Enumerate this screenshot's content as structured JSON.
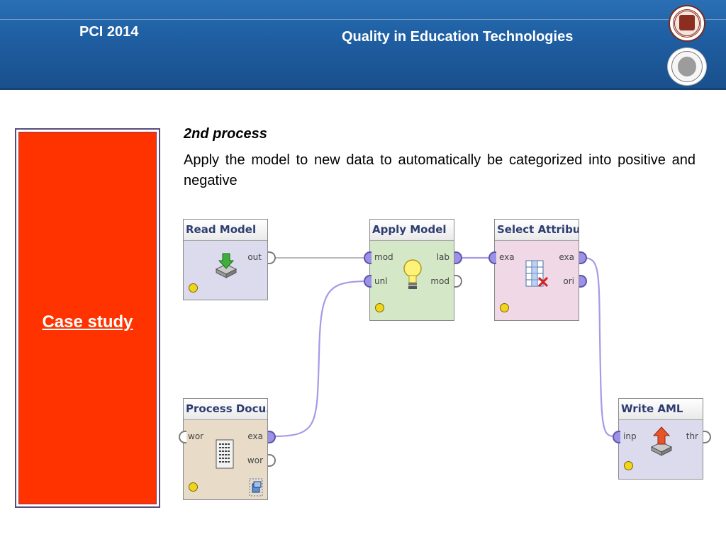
{
  "header": {
    "conference": "PCI 2014",
    "subtitle": "Quality in Education Technologies",
    "colors": {
      "banner": "#1f5fa3",
      "side_panel": "#ff3300"
    }
  },
  "sidebar": {
    "label": "Case study"
  },
  "content": {
    "heading": "2nd process",
    "description": "Apply the model to new data to automatically be categorized into positive and negative"
  },
  "process": {
    "operators": {
      "read_model": {
        "title": "Read Model",
        "ports_out": [
          "out"
        ]
      },
      "apply_model": {
        "title": "Apply Model",
        "ports_in": [
          "mod",
          "unl"
        ],
        "ports_out": [
          "lab",
          "mod"
        ]
      },
      "select_attributes": {
        "title": "Select Attribu...",
        "ports_in": [
          "exa"
        ],
        "ports_out": [
          "exa",
          "ori"
        ]
      },
      "process_documents": {
        "title": "Process Docu...",
        "ports_in": [
          "wor"
        ],
        "ports_out": [
          "exa",
          "wor"
        ]
      },
      "write_aml": {
        "title": "Write AML",
        "ports_in": [
          "inp"
        ],
        "ports_out": [
          "thr"
        ]
      }
    },
    "icons": {
      "read_model": "download-arrow-icon",
      "apply_model": "lightbulb-icon",
      "select_attributes": "attribute-table-icon",
      "process_documents": "document-icon",
      "write_aml": "upload-arrow-icon"
    }
  }
}
